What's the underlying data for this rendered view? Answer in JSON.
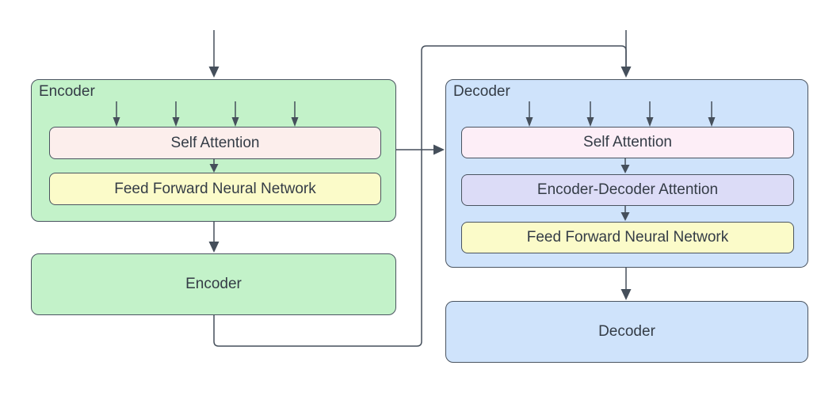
{
  "colors": {
    "background": "#ffffff",
    "line": "#454f5b",
    "border": "#4a5460",
    "text": "#343c46",
    "encoder_fill": "#c3f2c9",
    "decoder_fill": "#cfe3fb",
    "self_attention_fill": "#fceeec",
    "decoder_self_attention_fill": "#fdeef7",
    "enc_dec_attention_fill": "#dcdcf7",
    "ffnn_fill": "#fbfbc9"
  },
  "encoder_stack": {
    "label": "Encoder",
    "self_attention_label": "Self Attention",
    "ffnn_label": "Feed Forward Neural Network"
  },
  "encoder_block": {
    "label": "Encoder"
  },
  "decoder_stack": {
    "label": "Decoder",
    "self_attention_label": "Self Attention",
    "enc_dec_attention_label": "Encoder-Decoder Attention",
    "ffnn_label": "Feed Forward Neural Network"
  },
  "decoder_block": {
    "label": "Decoder"
  }
}
